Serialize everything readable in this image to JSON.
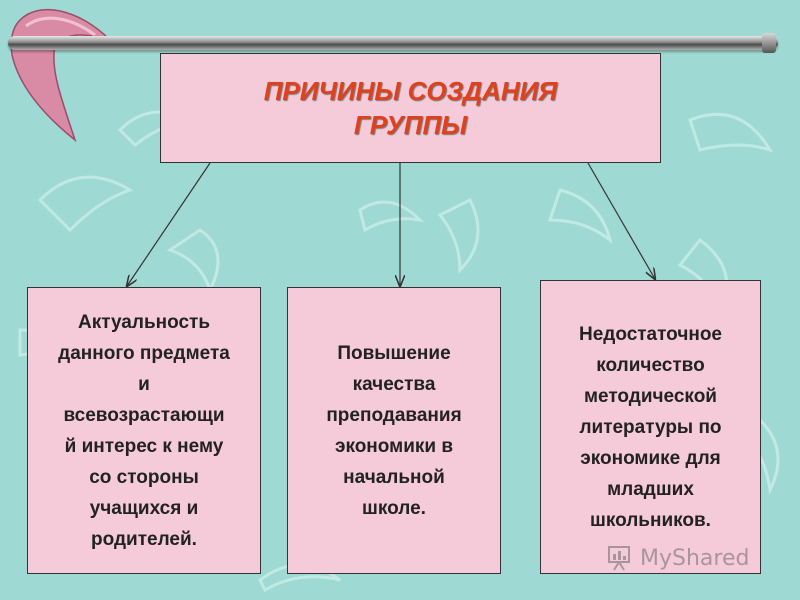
{
  "title": "ПРИЧИНЫ СОЗДАНИЯ\nГРУППЫ",
  "causes": [
    "Актуальность\nданного предмета\nи\nвсевозрастающи\nй интерес к нему\nсо стороны\nучащихся и\nродителей.",
    "Повышение\nкачества\nпреподавания\nэкономики в\nначальной\nшколе.",
    "Недостаточное\nколичество\nметодической\nлитературы по\nэкономике для\nмладших\nшкольников."
  ],
  "watermark": "MyShared",
  "colors": {
    "background": "#9fd9d3",
    "box_fill": "#f6cbd9",
    "title_text": "#e0401c",
    "body_text": "#222222"
  }
}
